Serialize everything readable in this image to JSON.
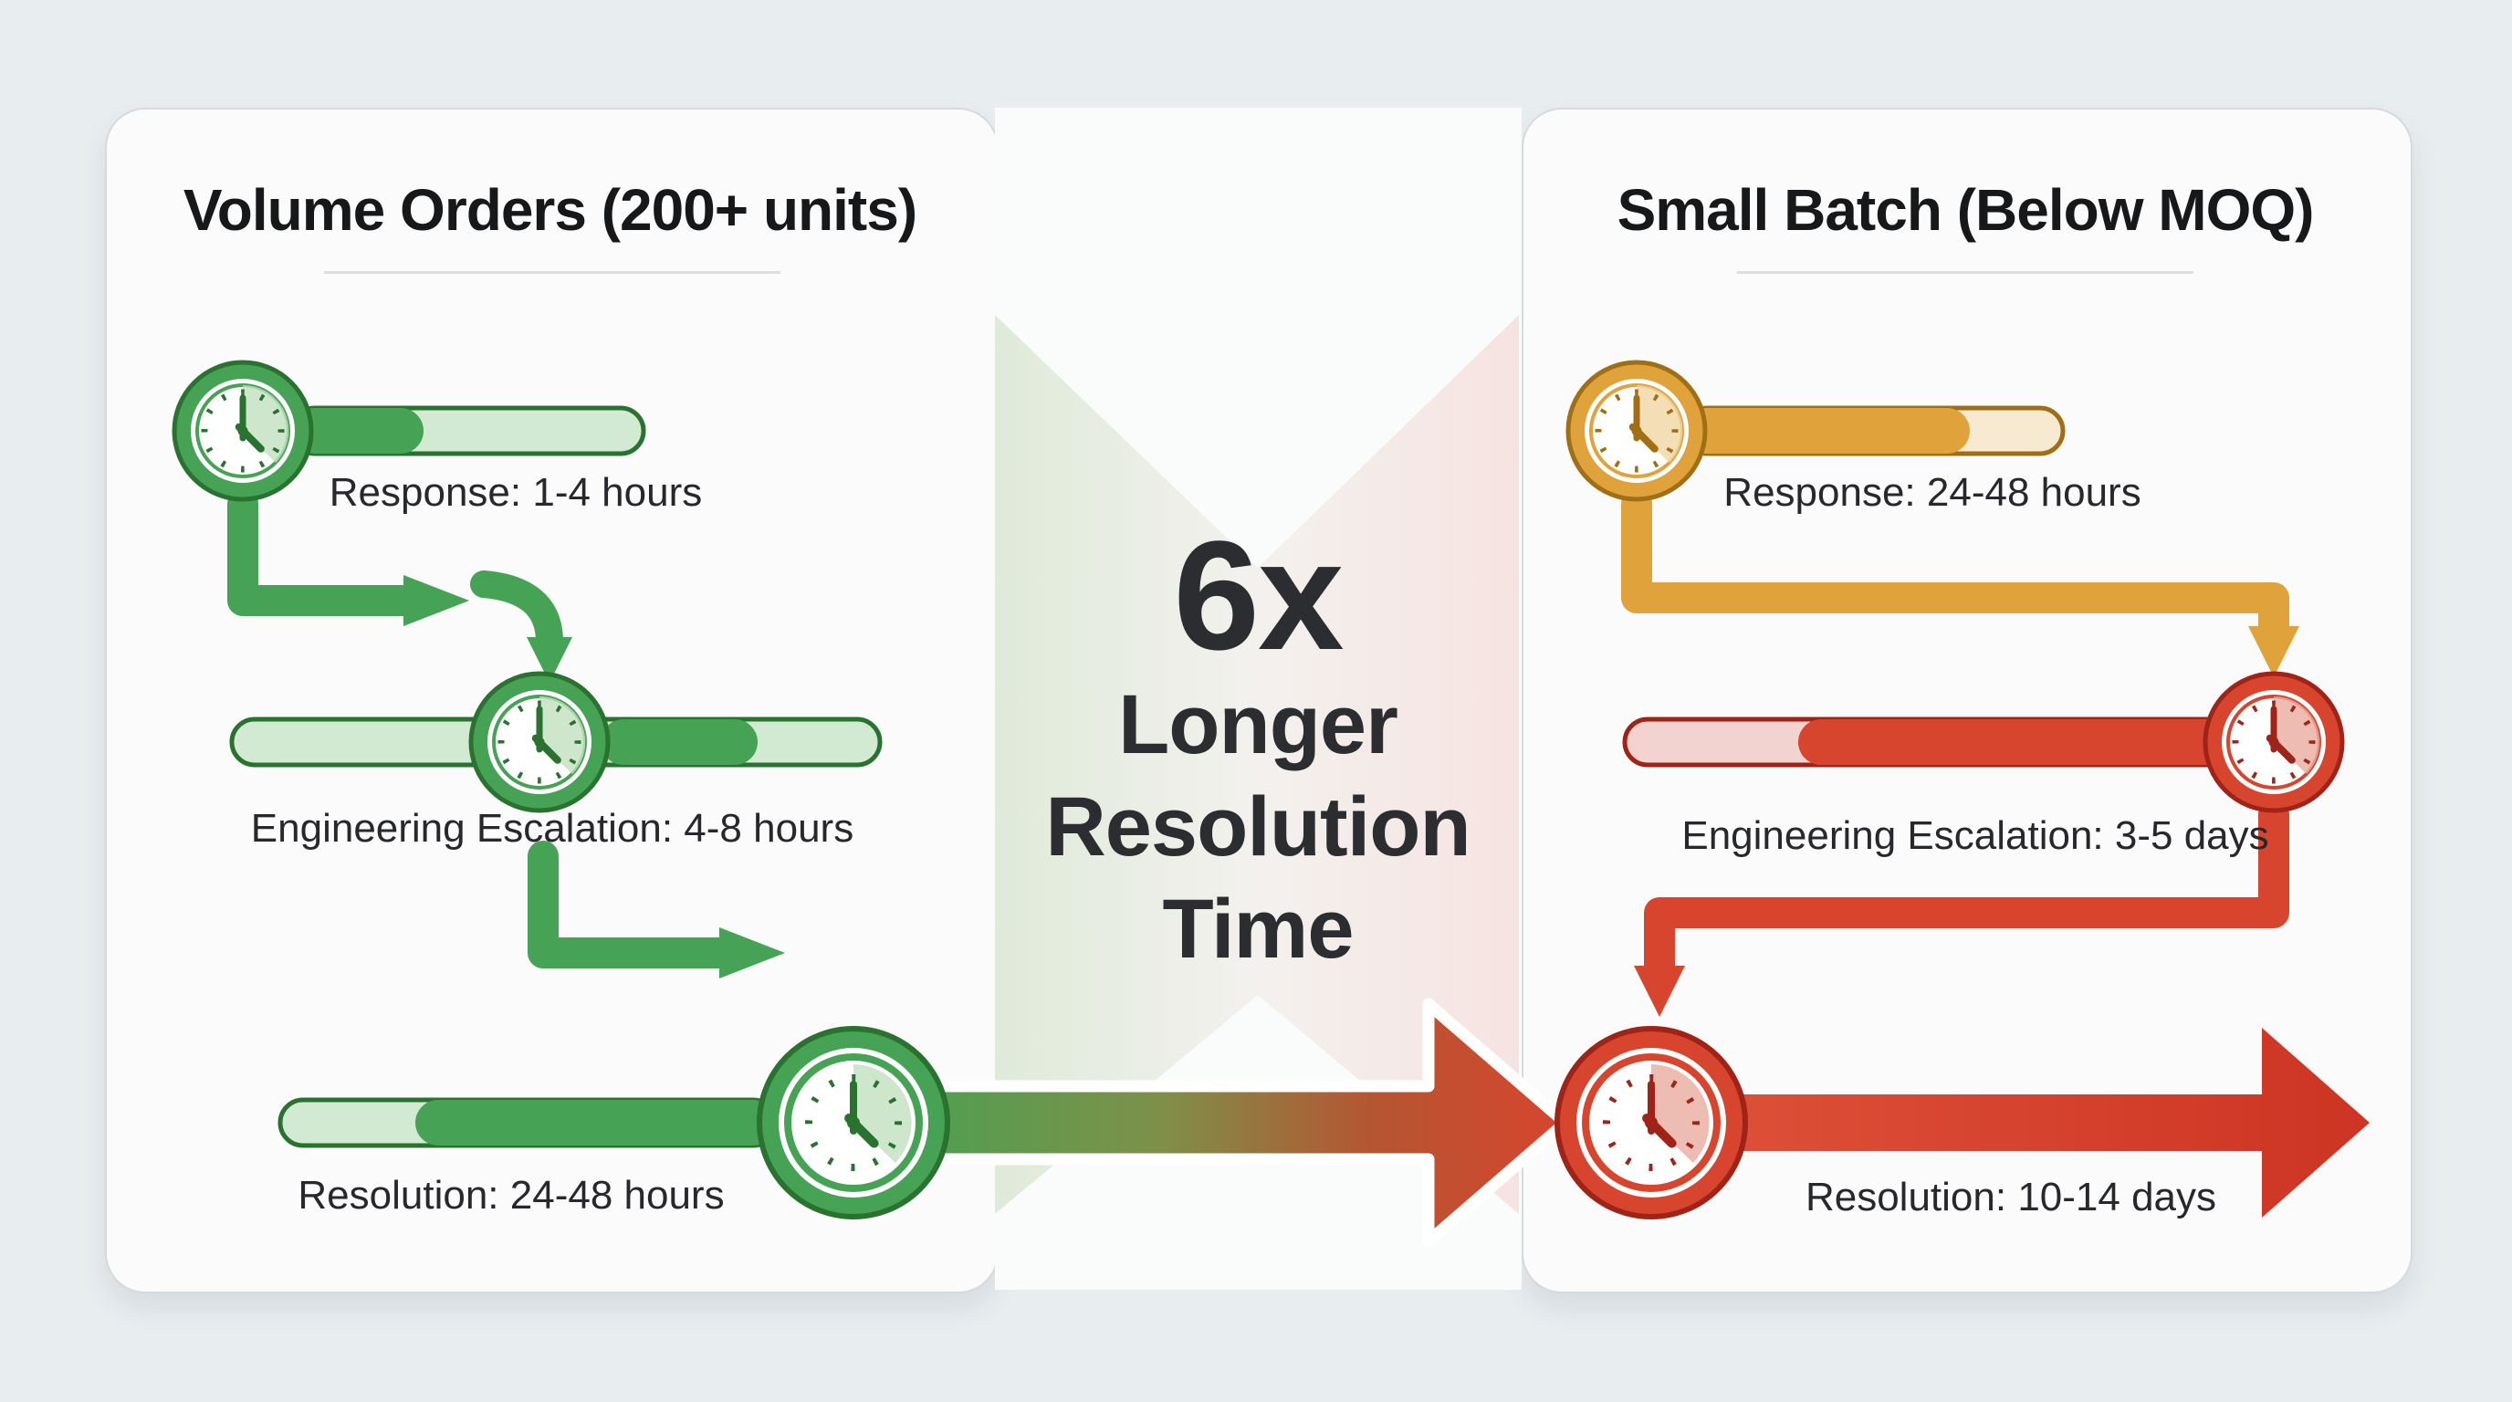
{
  "left_panel": {
    "title": "Volume Orders (200+ units)",
    "rows": [
      {
        "icon": "clock-icon",
        "label": "Response: 1-4 hours"
      },
      {
        "icon": "clock-icon",
        "label": "Engineering Escalation: 4-8 hours"
      },
      {
        "icon": "clock-icon",
        "label": "Resolution: 24-48 hours"
      }
    ]
  },
  "right_panel": {
    "title": "Small Batch (Below MOQ)",
    "rows": [
      {
        "icon": "clock-icon",
        "label": "Response: 24-48 hours"
      },
      {
        "icon": "clock-icon",
        "label": "Engineering Escalation: 3-5 days"
      },
      {
        "icon": "clock-icon",
        "label": "Resolution: 10-14 days"
      }
    ]
  },
  "comparison": {
    "multiplier": "6x",
    "caption_lines": [
      "Longer",
      "Resolution",
      "Time"
    ]
  },
  "colors": {
    "background": "#e8edf0",
    "panel_bg": "#fbfbfc",
    "panel_border": "#d6dadc",
    "divider": "#dcdddd",
    "title_text": "#17181a",
    "label_text": "#27282b",
    "center_text": "#2b2d30",
    "green": "#46a254",
    "green_dark": "#29722f",
    "green_light": "#d3ead2",
    "green_wedge": "#c2e0bf",
    "orange": "#e0a23b",
    "orange_dark": "#a06f15",
    "orange_light": "#f8ead0",
    "orange_wedge": "#f1d6a4",
    "red": "#d7452e",
    "red_dark": "#9f2316",
    "red_light": "#f3d3cf",
    "red_wedge": "#e9ab9f",
    "gap_green": "#dfead9",
    "gap_pink": "#f6e3e1",
    "arrow_mid_olive": "#7e9048",
    "arrow_mid_rust": "#b55632"
  }
}
